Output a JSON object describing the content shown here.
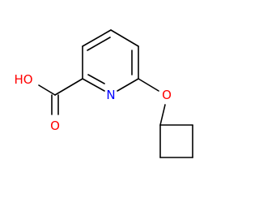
{
  "molecule": {
    "atom_labels": {
      "hydroxyl": "HO",
      "carbonyl_oxygen": "O",
      "ring_nitrogen": "N",
      "ether_oxygen": "O"
    },
    "colors": {
      "bond": "#000000",
      "oxygen": "#ff0000",
      "nitrogen": "#0000ff"
    }
  }
}
